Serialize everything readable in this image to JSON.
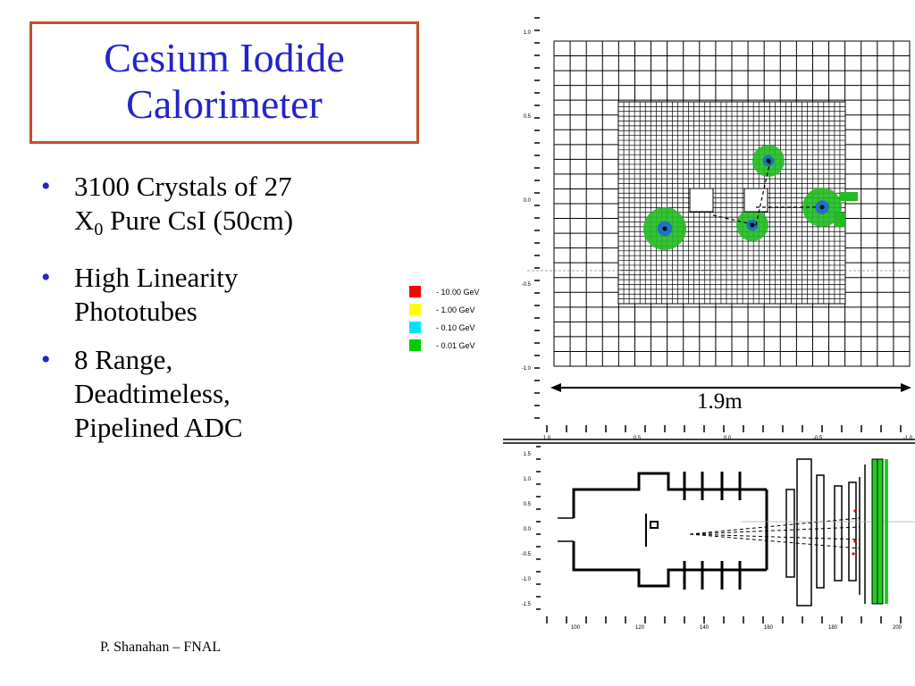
{
  "title": {
    "line1": "Cesium Iodide",
    "line2": "Calorimeter"
  },
  "bullets": [
    {
      "line1": "3100 Crystals of  27",
      "x_symbol": "X",
      "x_sub": "0",
      "line2_rest": " Pure CsI (50cm)"
    },
    {
      "line1": "High Linearity",
      "line2": "Phototubes"
    },
    {
      "line1": "8 Range,",
      "line2": "Deadtimeless,",
      "line3": "Pipelined ADC"
    }
  ],
  "legend": [
    {
      "label": "- 10.00 GeV",
      "color": "#ff0000"
    },
    {
      "label": "- 1.00 GeV",
      "color": "#ffff00"
    },
    {
      "label": "- 0.10 GeV",
      "color": "#00e5ff"
    },
    {
      "label": "- 0.01 GeV",
      "color": "#00cc00"
    }
  ],
  "scale_label": "1.9m",
  "axis_labels": {
    "top_y": [
      "1.0",
      "0.5",
      "0.0",
      "-0.5",
      "-1.0"
    ],
    "top_x": [
      "1.0",
      "0.5",
      "0.0",
      "-0.5",
      "-1.0"
    ],
    "side_y": [
      "1.5",
      "1.0",
      "0.5",
      "0.0",
      "-0.5",
      "-1.0",
      "-1.5"
    ],
    "side_x": [
      "100",
      "120",
      "140",
      "160",
      "180",
      "200"
    ]
  },
  "hit_color": "#22bb22",
  "grid_color": "#000000",
  "footer": "P. Shanahan – FNAL"
}
